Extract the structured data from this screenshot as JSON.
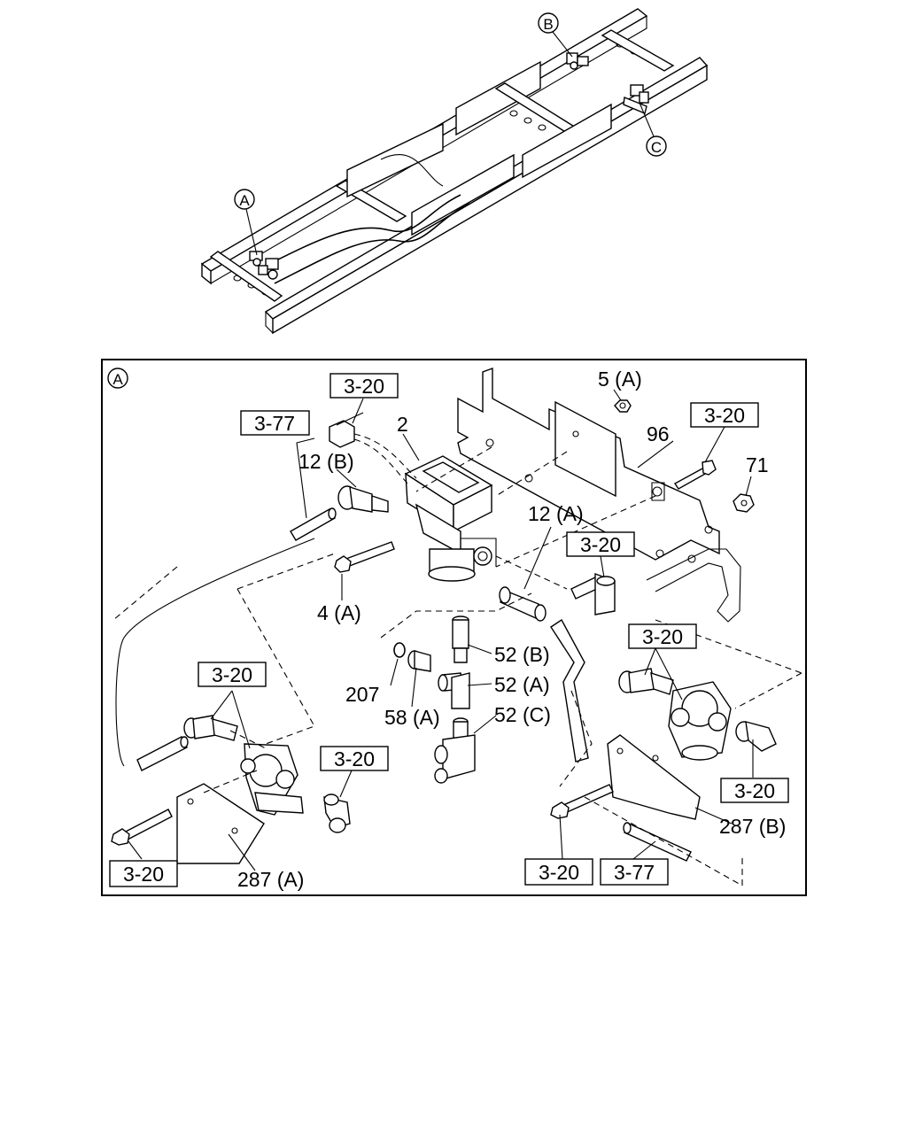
{
  "overview": {
    "callouts": {
      "a": "A",
      "b": "B",
      "c": "C"
    }
  },
  "detail": {
    "view_label": "A",
    "part_labels": {
      "p2": "2",
      "p5a": "5 (A)",
      "p96": "96",
      "p71": "71",
      "p12b": "12 (B)",
      "p12a": "12 (A)",
      "p4a": "4 (A)",
      "p52b": "52 (B)",
      "p52a": "52 (A)",
      "p52c": "52 (C)",
      "p207": "207",
      "p58a": "58 (A)",
      "p287a": "287 (A)",
      "p287b": "287 (B)"
    },
    "refs": {
      "r1": "3-20",
      "r2": "3-77",
      "r3": "3-20",
      "r4": "3-20",
      "r5": "3-20",
      "r6": "3-20",
      "r7": "3-20",
      "r8": "3-20",
      "r9": "3-20",
      "r10": "3-20",
      "r11": "3-77"
    }
  }
}
